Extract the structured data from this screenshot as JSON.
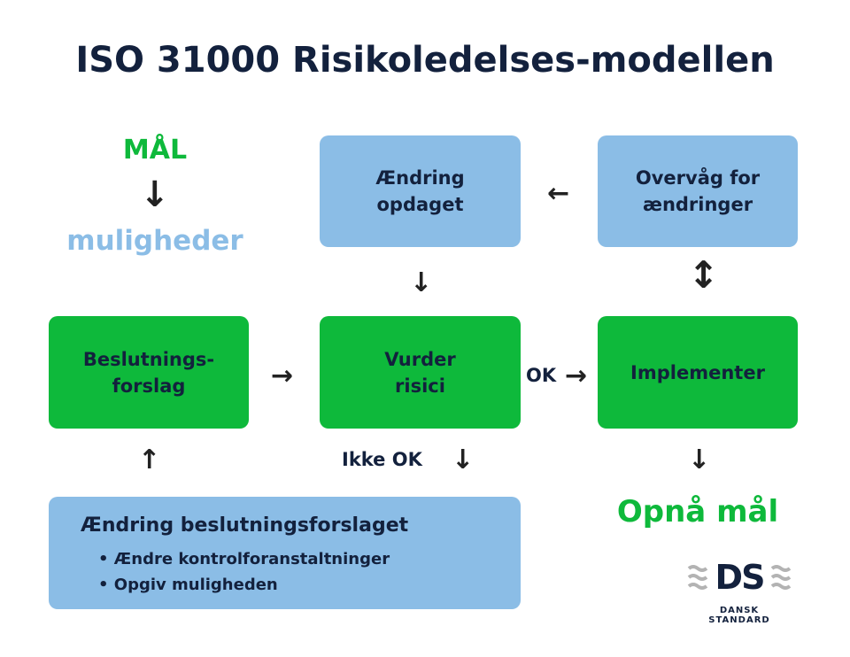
{
  "title": "ISO 31000 Risikoledelses-modellen",
  "goal_label": "MÅL",
  "opportunities_label": "muligheder",
  "boxes": {
    "change_detected": "Ændring opdaget",
    "monitor": "Overvåg for ændringer",
    "decision": "Beslutnings-forslag",
    "assess": "Vurder risici",
    "implement": "Implementer",
    "change_decision": {
      "title": "Ændring beslutningsforslaget",
      "bullets": [
        "• Ændre kontrolforanstaltninger",
        "• Opgiv muligheden"
      ]
    }
  },
  "labels": {
    "ok": "OK",
    "not_ok": "Ikke OK",
    "achieve": "Opnå mål"
  },
  "logo": {
    "mark": "DS",
    "name": "DANSK STANDARD"
  },
  "colors": {
    "green": "#0eb93b",
    "blue": "#8bbde6",
    "navy": "#13213d"
  }
}
